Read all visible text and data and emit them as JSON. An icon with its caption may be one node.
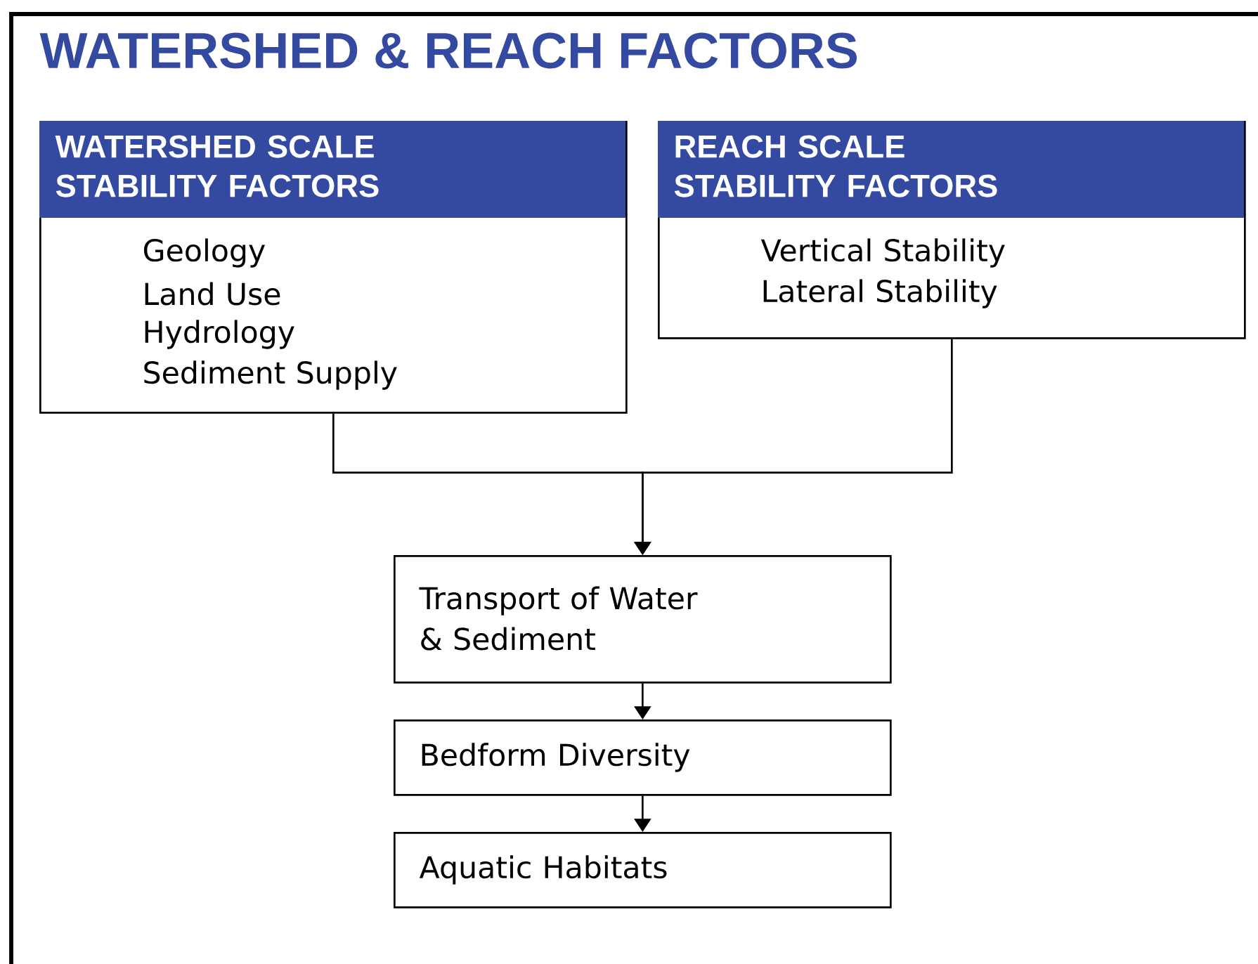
{
  "diagram": {
    "title": "WATERSHED & REACH FACTORS",
    "nodes": [
      {
        "text": [
          "WATERSHED SCALE STABILITY FACTORS",
          "Geology",
          "Land Use",
          "Hydrology",
          "Sediment Supply"
        ]
      },
      {
        "text": [
          "REACH SCALE STABILITY FACTORS",
          "Vertical Stability",
          "Lateral Stability"
        ]
      },
      {
        "text": [
          "Transport of Water & Sediment"
        ]
      },
      {
        "text": [
          "Bedform Diversity"
        ]
      },
      {
        "text": [
          "Aquatic Habitats"
        ]
      }
    ],
    "edges": [
      {
        "from": 0,
        "to": 2,
        "arrow": "to"
      },
      {
        "from": 1,
        "to": 2,
        "arrow": "to"
      },
      {
        "from": 2,
        "to": 3,
        "arrow": "to"
      },
      {
        "from": 3,
        "to": 4,
        "arrow": "to"
      }
    ]
  }
}
